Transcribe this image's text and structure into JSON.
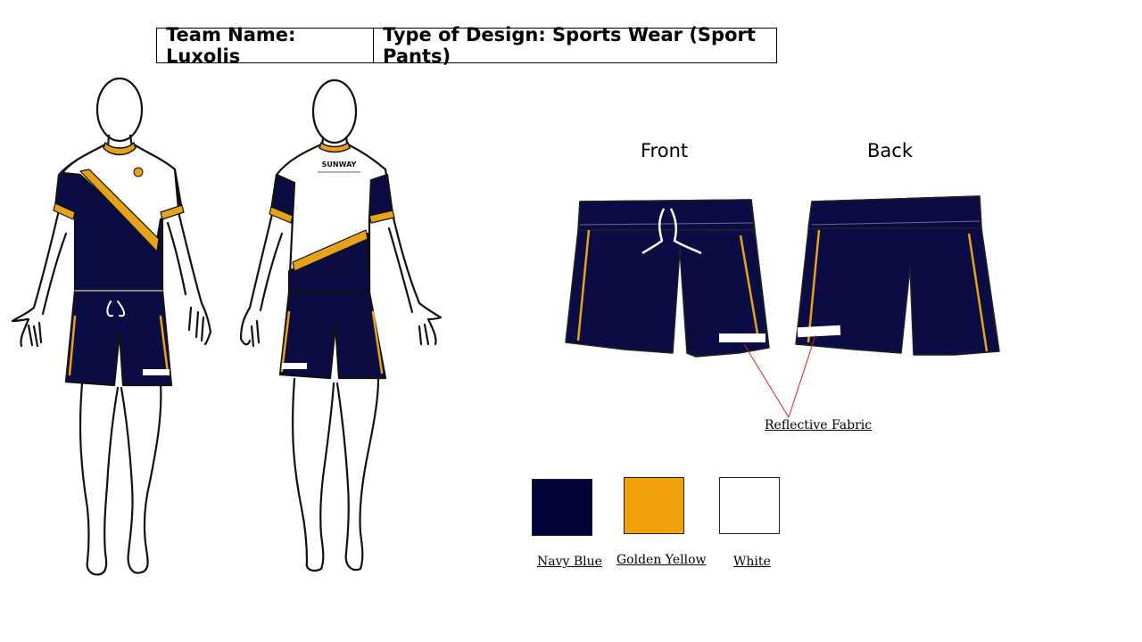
{
  "header": {
    "team_name": "Team Name: Luxolis",
    "design_type": "Type of Design: Sports Wear (Sport Pants)"
  },
  "views": {
    "front": "Front",
    "back": "Back"
  },
  "annotation": {
    "reflective": "Reflective Fabric"
  },
  "figures": {
    "back_logo_text": "SUNWAY"
  },
  "palette": [
    {
      "name": "Navy Blue",
      "color": "#02033a"
    },
    {
      "name": "Golden Yellow",
      "color": "#f0a10c"
    },
    {
      "name": "White",
      "color": "#ffffff"
    }
  ],
  "colors": {
    "navy": "#0c0c45",
    "gold": "#e8a21a",
    "white": "#ffffff",
    "line": "#111111",
    "arrow": "#d62020"
  }
}
